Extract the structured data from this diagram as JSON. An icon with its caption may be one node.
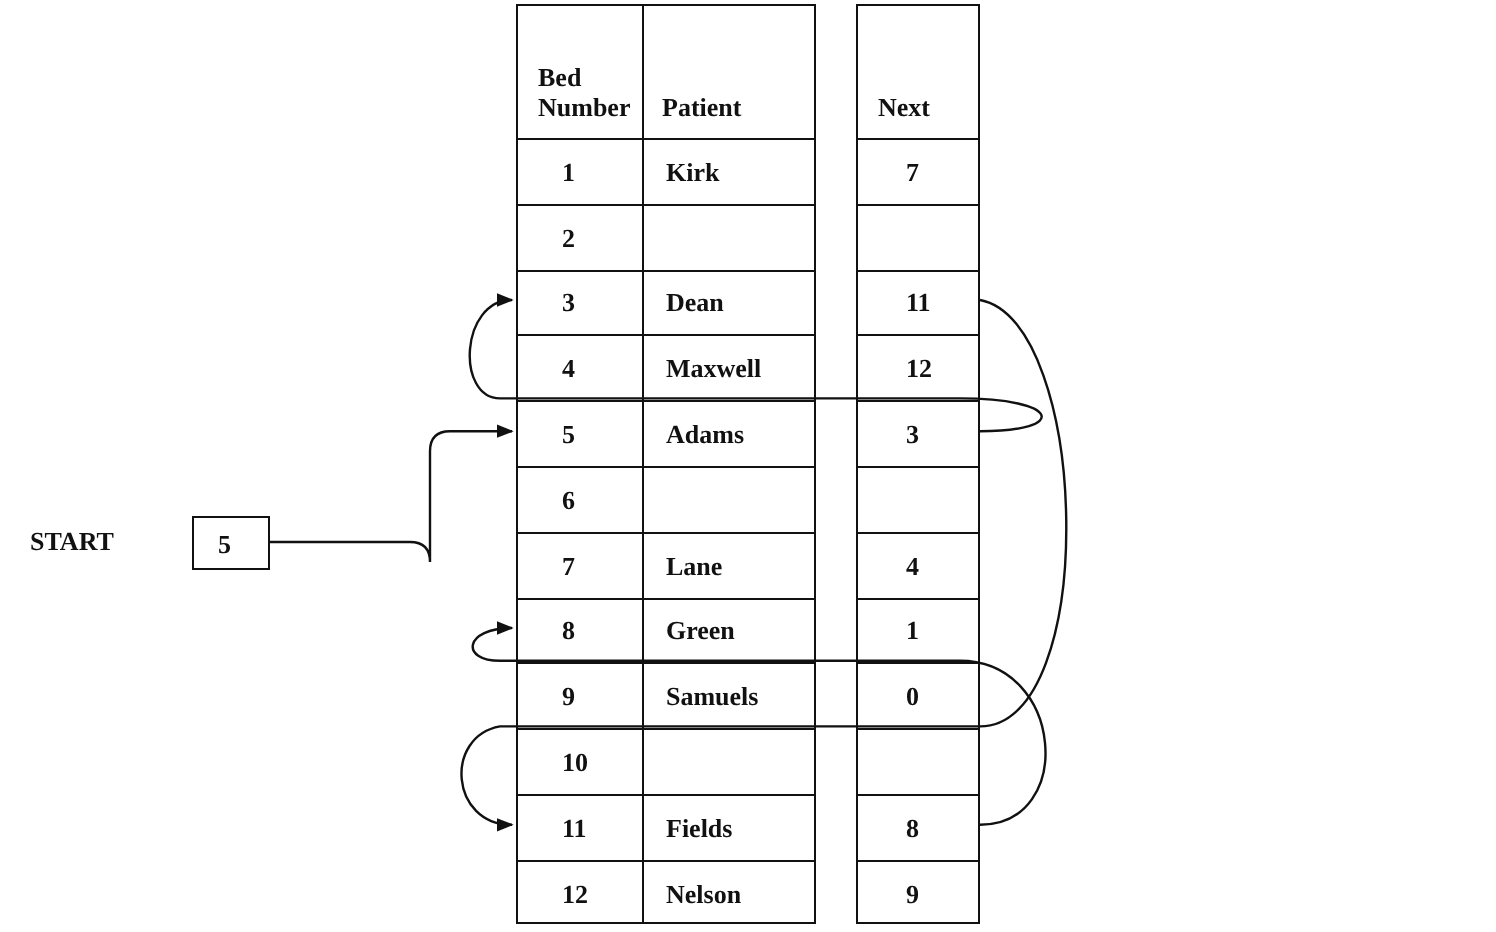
{
  "diagram": {
    "nodes": [
      {
        "text": [
          "5"
        ],
        "beside": [
          "START"
        ]
      },
      {
        "text": [
          "Bed Number",
          "Patient"
        ]
      },
      {
        "text": [
          "1",
          "Kirk"
        ],
        "in": 1
      },
      {
        "text": [
          "2"
        ],
        "in": 1
      },
      {
        "text": [
          "3",
          "Dean"
        ],
        "in": 1
      },
      {
        "text": [
          "4",
          "Maxwell"
        ],
        "in": 1
      },
      {
        "text": [
          "5",
          "Adams"
        ],
        "in": 1
      },
      {
        "text": [
          "6"
        ],
        "in": 1
      },
      {
        "text": [
          "7",
          "Lane"
        ],
        "in": 1
      },
      {
        "text": [
          "8",
          "Green"
        ],
        "in": 1
      },
      {
        "text": [
          "9",
          "Samuels"
        ],
        "in": 1
      },
      {
        "text": [
          "10"
        ],
        "in": 1
      },
      {
        "text": [
          "11",
          "Fields"
        ],
        "in": 1
      },
      {
        "text": [
          "12",
          "Nelson"
        ],
        "in": 1
      },
      {
        "text": [
          "Next"
        ]
      },
      {
        "text": [
          "7"
        ],
        "in": 14
      },
      {
        "text": [],
        "shape": "box",
        "in": 14
      },
      {
        "text": [
          "11"
        ],
        "in": 14
      },
      {
        "text": [
          "12"
        ],
        "in": 14
      },
      {
        "text": [
          "3"
        ],
        "in": 14
      },
      {
        "text": [],
        "shape": "box",
        "in": 14
      },
      {
        "text": [
          "4"
        ],
        "in": 14
      },
      {
        "text": [
          "1"
        ],
        "in": 14
      },
      {
        "text": [
          "0"
        ],
        "in": 14
      },
      {
        "text": [],
        "shape": "box",
        "in": 14
      },
      {
        "text": [
          "8"
        ],
        "in": 14
      },
      {
        "text": [
          "9"
        ],
        "in": 14
      }
    ],
    "edges": [
      {
        "from": 0,
        "to": 6,
        "arrow": "to"
      },
      {
        "from": 19,
        "to": 4,
        "arrow": "to"
      },
      {
        "from": 17,
        "to": 12,
        "arrow": "to"
      },
      {
        "from": 25,
        "to": 9,
        "arrow": "to"
      }
    ]
  }
}
